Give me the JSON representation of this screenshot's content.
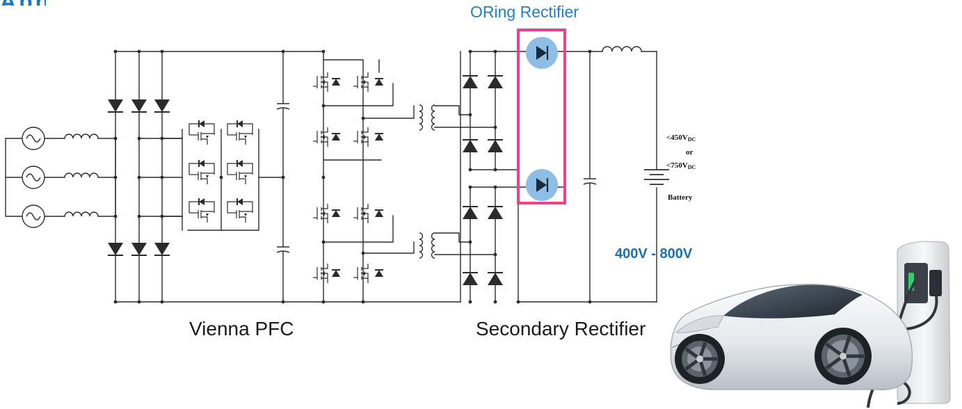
{
  "labels": {
    "title_fragment": "App",
    "oring_rectifier": "ORing Rectifier",
    "vienna_pfc": "Vienna PFC",
    "secondary_rectifier": "Secondary Rectifier",
    "output_voltage": "400V - 800V"
  },
  "battery": {
    "rating_1_prefix": "<450V",
    "rating_1_sub": "DC",
    "or_text": "or",
    "rating_2_prefix": "<750V",
    "rating_2_sub": "DC",
    "name": "Battery"
  },
  "colors": {
    "wire": "#2b2b2b",
    "highlight_box": "#ef3f8f",
    "highlight_diode_fill": "#8ebde6",
    "accent_blue": "#1a78c2"
  },
  "icons": {
    "ac_source": "ac-source-icon",
    "inductor": "inductor-icon",
    "diode": "diode-icon",
    "mosfet": "mosfet-icon",
    "capacitor": "capacitor-icon",
    "transformer": "transformer-icon",
    "battery": "battery-icon",
    "car": "electric-car-icon",
    "charger": "ev-charger-icon"
  }
}
